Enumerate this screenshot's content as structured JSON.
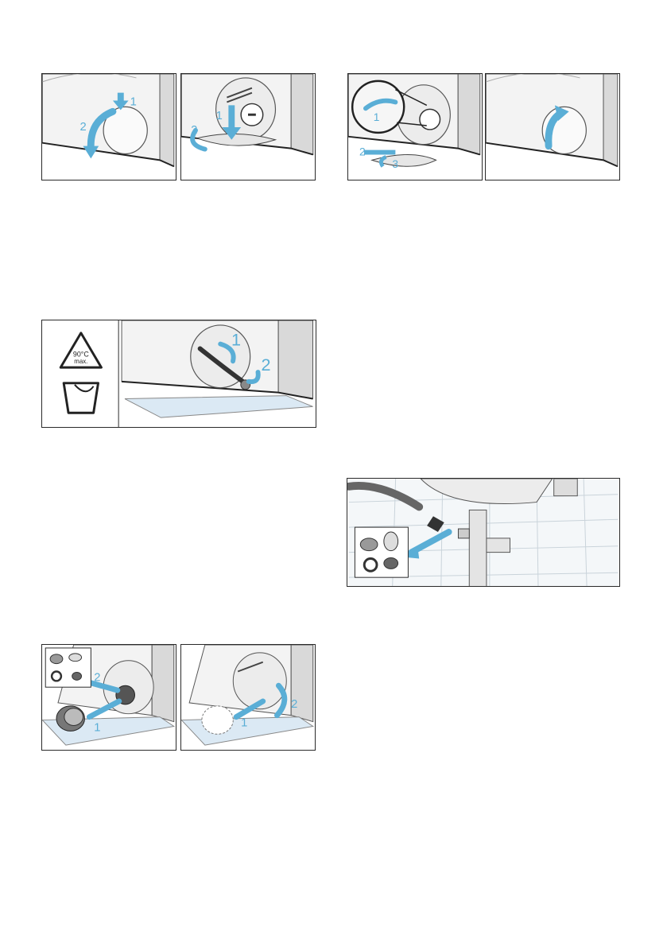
{
  "warning_symbol": {
    "line1": "90°C",
    "line2": "max."
  },
  "steps": {
    "p1": [
      "1",
      "2"
    ],
    "p2": [
      "1",
      "2"
    ],
    "p3": [
      "1",
      "2",
      "3"
    ],
    "p5": [
      "1",
      "2"
    ],
    "p7": [
      "2",
      "1"
    ],
    "p8": [
      "1",
      "2"
    ]
  },
  "colors": {
    "accent": "#5aaed6",
    "outline": "#2a2a2a",
    "floor": "#dbe9f4"
  },
  "icons": [
    "warning-triangle-icon",
    "bucket-icon",
    "curved-arrow-icon"
  ]
}
